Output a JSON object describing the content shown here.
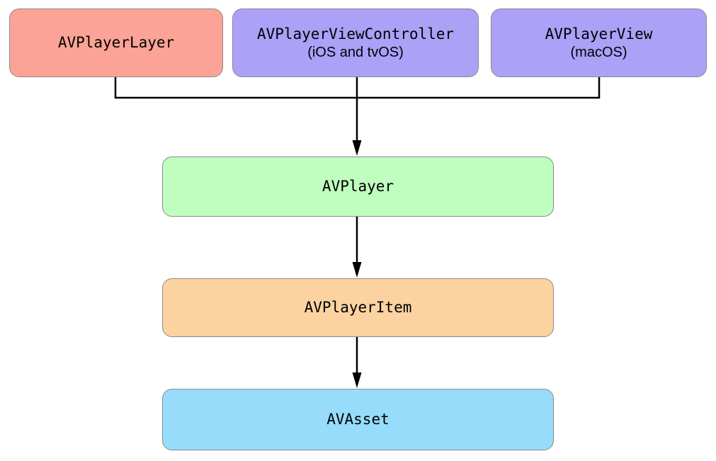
{
  "diagram": {
    "background_color": "#ffffff",
    "connector_color": "#000000",
    "node_border_color": "#8a8a8a",
    "nodes": [
      {
        "label": "AVPlayerLayer",
        "sublabel": "",
        "color": "#fba396"
      },
      {
        "label": "AVPlayerViewController",
        "sublabel": "(iOS and tvOS)",
        "color": "#aba1f7"
      },
      {
        "label": "AVPlayerView",
        "sublabel": "(macOS)",
        "color": "#aba1f7"
      },
      {
        "label": "AVPlayer",
        "sublabel": "",
        "color": "#bffebf"
      },
      {
        "label": "AVPlayerItem",
        "sublabel": "",
        "color": "#fcd2a1"
      },
      {
        "label": "AVAsset",
        "sublabel": "",
        "color": "#97dcfb"
      }
    ],
    "edges": [
      {
        "from": "AVPlayerLayer",
        "to": "AVPlayer"
      },
      {
        "from": "AVPlayerViewController",
        "to": "AVPlayer"
      },
      {
        "from": "AVPlayerView",
        "to": "AVPlayer"
      },
      {
        "from": "AVPlayer",
        "to": "AVPlayerItem"
      },
      {
        "from": "AVPlayerItem",
        "to": "AVAsset"
      }
    ]
  }
}
